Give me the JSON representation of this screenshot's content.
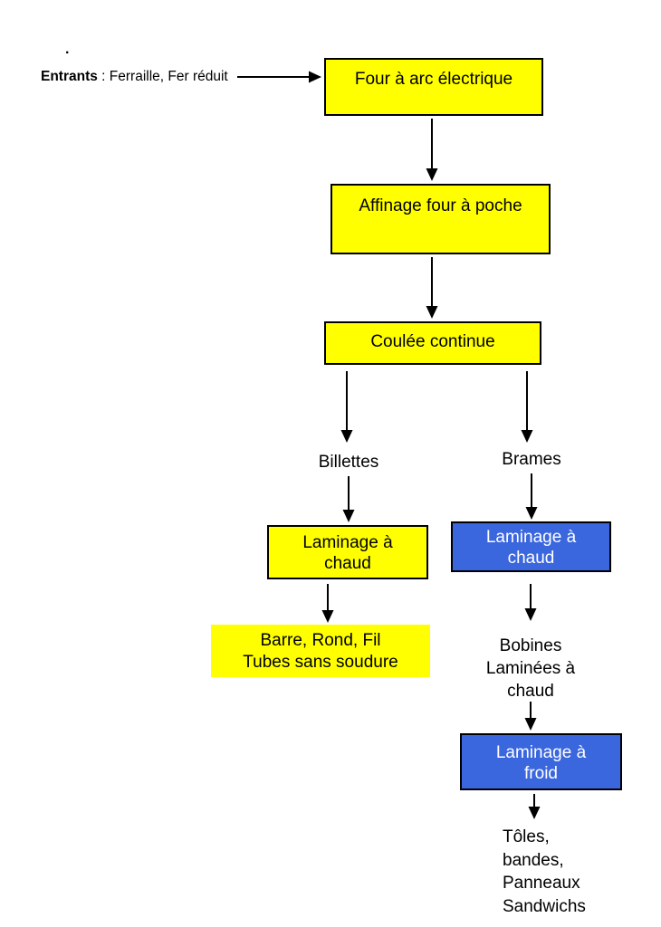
{
  "diagram": {
    "stray_dot": ".",
    "entrants": {
      "bold": "Entrants",
      "rest": " : Ferraille, Fer réduit"
    },
    "nodes": {
      "four_arc": {
        "label": "Four à arc électrique"
      },
      "affinage": {
        "label": "Affinage four à poche"
      },
      "coulee": {
        "label": "Coulée continue"
      },
      "billettes": {
        "label": "Billettes"
      },
      "brames": {
        "label": "Brames"
      },
      "laminage_chaud_left": {
        "lines": [
          "Laminage à",
          "chaud"
        ]
      },
      "laminage_chaud_right": {
        "lines": [
          "Laminage à",
          "chaud"
        ]
      },
      "barre": {
        "lines": [
          "Barre, Rond, Fil",
          "Tubes sans soudure"
        ]
      },
      "bobines": {
        "lines": [
          "Bobines",
          "Laminées à",
          "chaud"
        ]
      },
      "laminage_froid": {
        "lines": [
          "Laminage à",
          "froid"
        ]
      },
      "toles": {
        "lines": [
          "Tôles,",
          "bandes,",
          "Panneaux",
          "Sandwichs"
        ]
      }
    },
    "colors": {
      "process_yellow": "#ffff00",
      "process_blue": "#3a66de",
      "border_black": "#000000",
      "arrow_black": "#000000",
      "background": "#ffffff"
    }
  }
}
